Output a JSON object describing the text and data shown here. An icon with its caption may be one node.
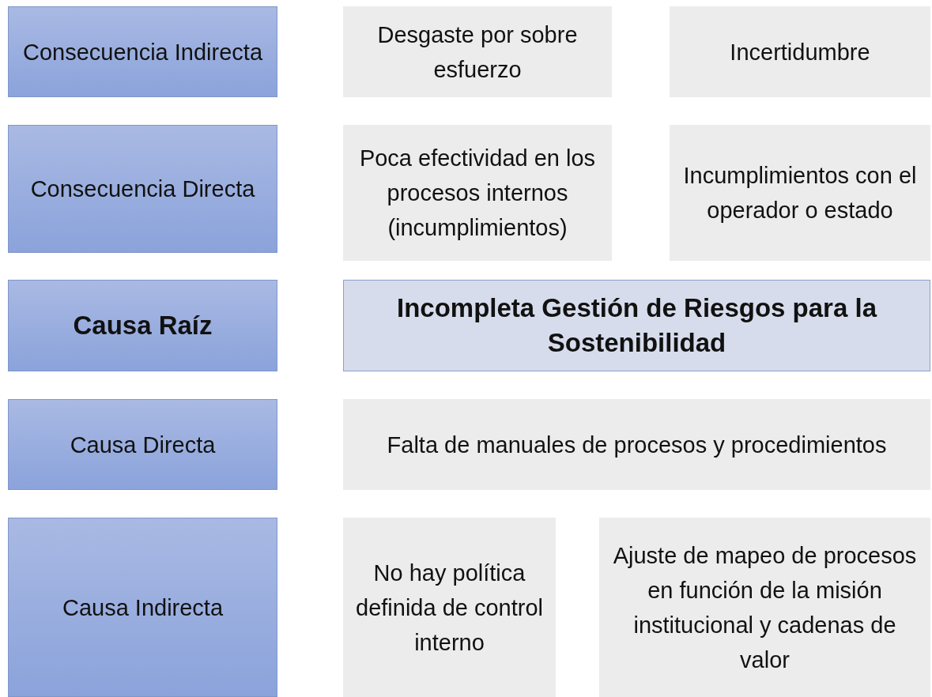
{
  "diagram": {
    "nodes": [
      {
        "text": [
          "Consecuencia Indirecta"
        ]
      },
      {
        "text": [
          "Desgaste por sobre esfuerzo"
        ]
      },
      {
        "text": [
          "Incertidumbre"
        ]
      },
      {
        "text": [
          "Consecuencia Directa"
        ]
      },
      {
        "text": [
          "Poca efectividad en los procesos internos (incumplimientos)"
        ]
      },
      {
        "text": [
          "Incumplimientos con el operador o estado"
        ]
      },
      {
        "text": [
          "Causa Raíz"
        ]
      },
      {
        "text": [
          "Incompleta Gestión de Riesgos para la Sostenibilidad"
        ]
      },
      {
        "text": [
          "Causa Directa"
        ]
      },
      {
        "text": [
          "Falta de manuales de procesos y procedimientos"
        ]
      },
      {
        "text": [
          "Causa Indirecta"
        ]
      },
      {
        "text": [
          "No hay política definida de control interno"
        ]
      },
      {
        "text": [
          "Ajuste de mapeo de procesos en función de la misión institucional y cadenas de valor"
        ]
      }
    ]
  }
}
